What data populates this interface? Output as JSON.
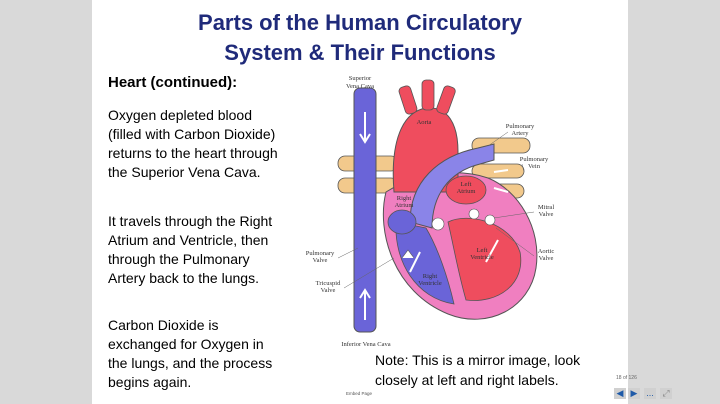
{
  "title_line1": "Parts of the Human Circulatory",
  "title_line2": "System & Their Functions",
  "heading": "Heart (continued):",
  "para1": [
    "Oxygen depleted blood",
    "(filled with Carbon Dioxide)",
    "returns to the heart through",
    "the Superior Vena Cava."
  ],
  "para2": [
    "It travels through the Right",
    "Atrium and Ventricle, then",
    "through the Pulmonary",
    "Artery back to the lungs."
  ],
  "para3": [
    "Carbon Dioxide is",
    "exchanged for Oxygen in",
    "the lungs, and the process",
    "begins again."
  ],
  "note": [
    "Note: This is a mirror image, look",
    "closely at left and right labels."
  ],
  "diagram_labels": {
    "superior_vena_cava": [
      "Superior",
      "Vena Cava"
    ],
    "aorta": "Aorta",
    "pulmonary_artery": [
      "Pulmonary",
      "Artery"
    ],
    "pulmonary_vein": [
      "Pulmonary",
      "Vein"
    ],
    "left_atrium": [
      "Left",
      "Atrium"
    ],
    "right_atrium": [
      "Right",
      "Atrium"
    ],
    "mitral_valve": [
      "Mitral",
      "Valve"
    ],
    "aortic_valve": [
      "Aortic",
      "Valve"
    ],
    "left_ventricle": [
      "Left",
      "Ventricle"
    ],
    "right_ventricle": [
      "Right",
      "Ventricle"
    ],
    "pulmonary_valve": [
      "Pulmonary",
      "Valve"
    ],
    "tricuspid_valve": [
      "Tricuspid",
      "Valve"
    ],
    "inferior_vena_cava": "Inferior Vena Cava"
  },
  "footer_text": "Embed Page",
  "page_indicator": "18 of 126",
  "nav": {
    "prev": "◀",
    "next": "▶",
    "more": "..."
  }
}
